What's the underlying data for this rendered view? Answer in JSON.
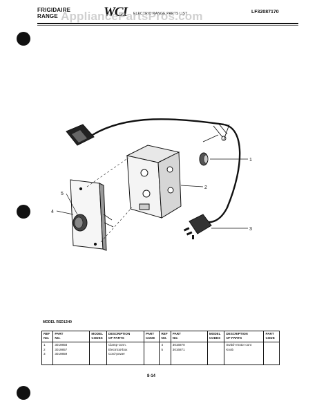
{
  "header": {
    "brand_line1": "FRIGIDAIRE",
    "brand_line2": "RANGE",
    "logo": "WCI",
    "title": "ELECTRIC RANGE PARTS LIST",
    "watermark": "AppliancePartsPros.com",
    "doc_number": "LF32087170"
  },
  "diagram": {
    "callouts": [
      "1",
      "2",
      "3",
      "4",
      "5"
    ]
  },
  "model_label": "MODEL RSD12H0",
  "parts_table": {
    "headers": {
      "ref": [
        "REF",
        "NO."
      ],
      "part": [
        "PART",
        "NO."
      ],
      "model": [
        "MODEL",
        "CODES"
      ],
      "desc": [
        "DESCRIPTION",
        "OF PARTS"
      ],
      "code": [
        "PART",
        "CODE"
      ]
    },
    "left": {
      "refs": [
        "1",
        "2",
        "3"
      ],
      "parts": [
        "3019858",
        "3019857",
        "3019859"
      ],
      "descriptions": [
        "Clamp-conn.",
        "Electrical-box",
        "Cord-power"
      ]
    },
    "right": {
      "refs": [
        "4",
        "5"
      ],
      "parts": [
        "3016870",
        "3016871"
      ],
      "descriptions": [
        "Switch-motor cont",
        "Knob"
      ]
    }
  },
  "page_number": "8-14"
}
